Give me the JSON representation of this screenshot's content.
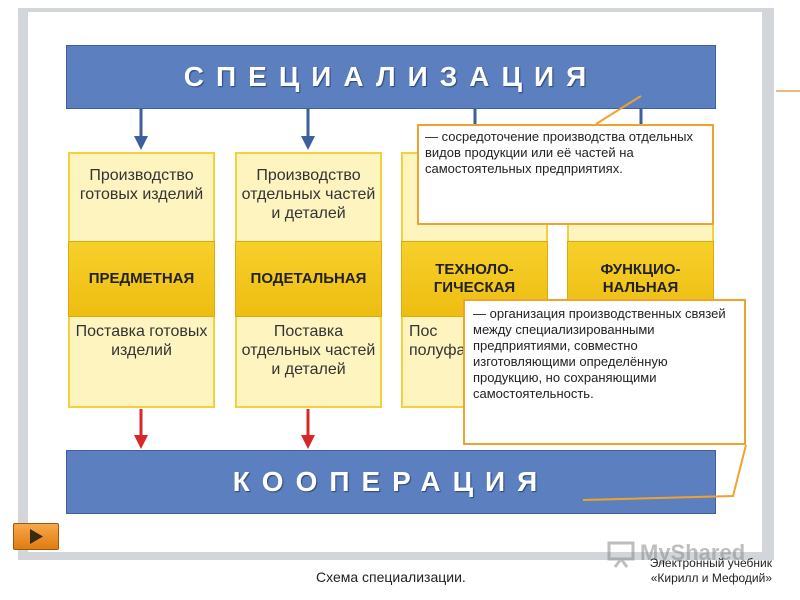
{
  "diagram": {
    "top_band": "СПЕЦИАЛИЗАЦИЯ",
    "bottom_band": "КООПЕРАЦИЯ",
    "columns": [
      {
        "top": "Производство готовых изделий",
        "type": "ПРЕДМЕТНАЯ",
        "bottom": "Поставка готовых изделий"
      },
      {
        "top": "Производство отдельных частей и деталей",
        "type": "ПОДЕТАЛЬНАЯ",
        "bottom": "Поставка отдельных частей и деталей"
      },
      {
        "top": "",
        "type": "ТЕХНОЛО-ГИЧЕСКАЯ",
        "bottom": "Пос полуфа"
      },
      {
        "top": "",
        "type": "ФУНКЦИО-НАЛЬНАЯ",
        "bottom": ""
      }
    ],
    "note_specialization": "— сосредоточение производства отдельных видов продукции или её частей на самостоятельных предприятиях.",
    "note_cooperation": "— организация производственных связей между специализированными предприятиями, совместно изготовляющими определённую продукцию, но сохраняющими самостоятельность."
  },
  "caption": "Схема специализации.",
  "credit": {
    "line1": "Электронный учебник",
    "line2": "«Кирилл и Мефодий»"
  },
  "watermark": "MyShared",
  "colors": {
    "band": "#5b7fbf",
    "down_arrow": "#3d5f9e",
    "up_arrow": "#d62828",
    "column_fill": "#fdf4c0",
    "column_band": "#f2c81e",
    "note_border": "#f0a22e"
  }
}
